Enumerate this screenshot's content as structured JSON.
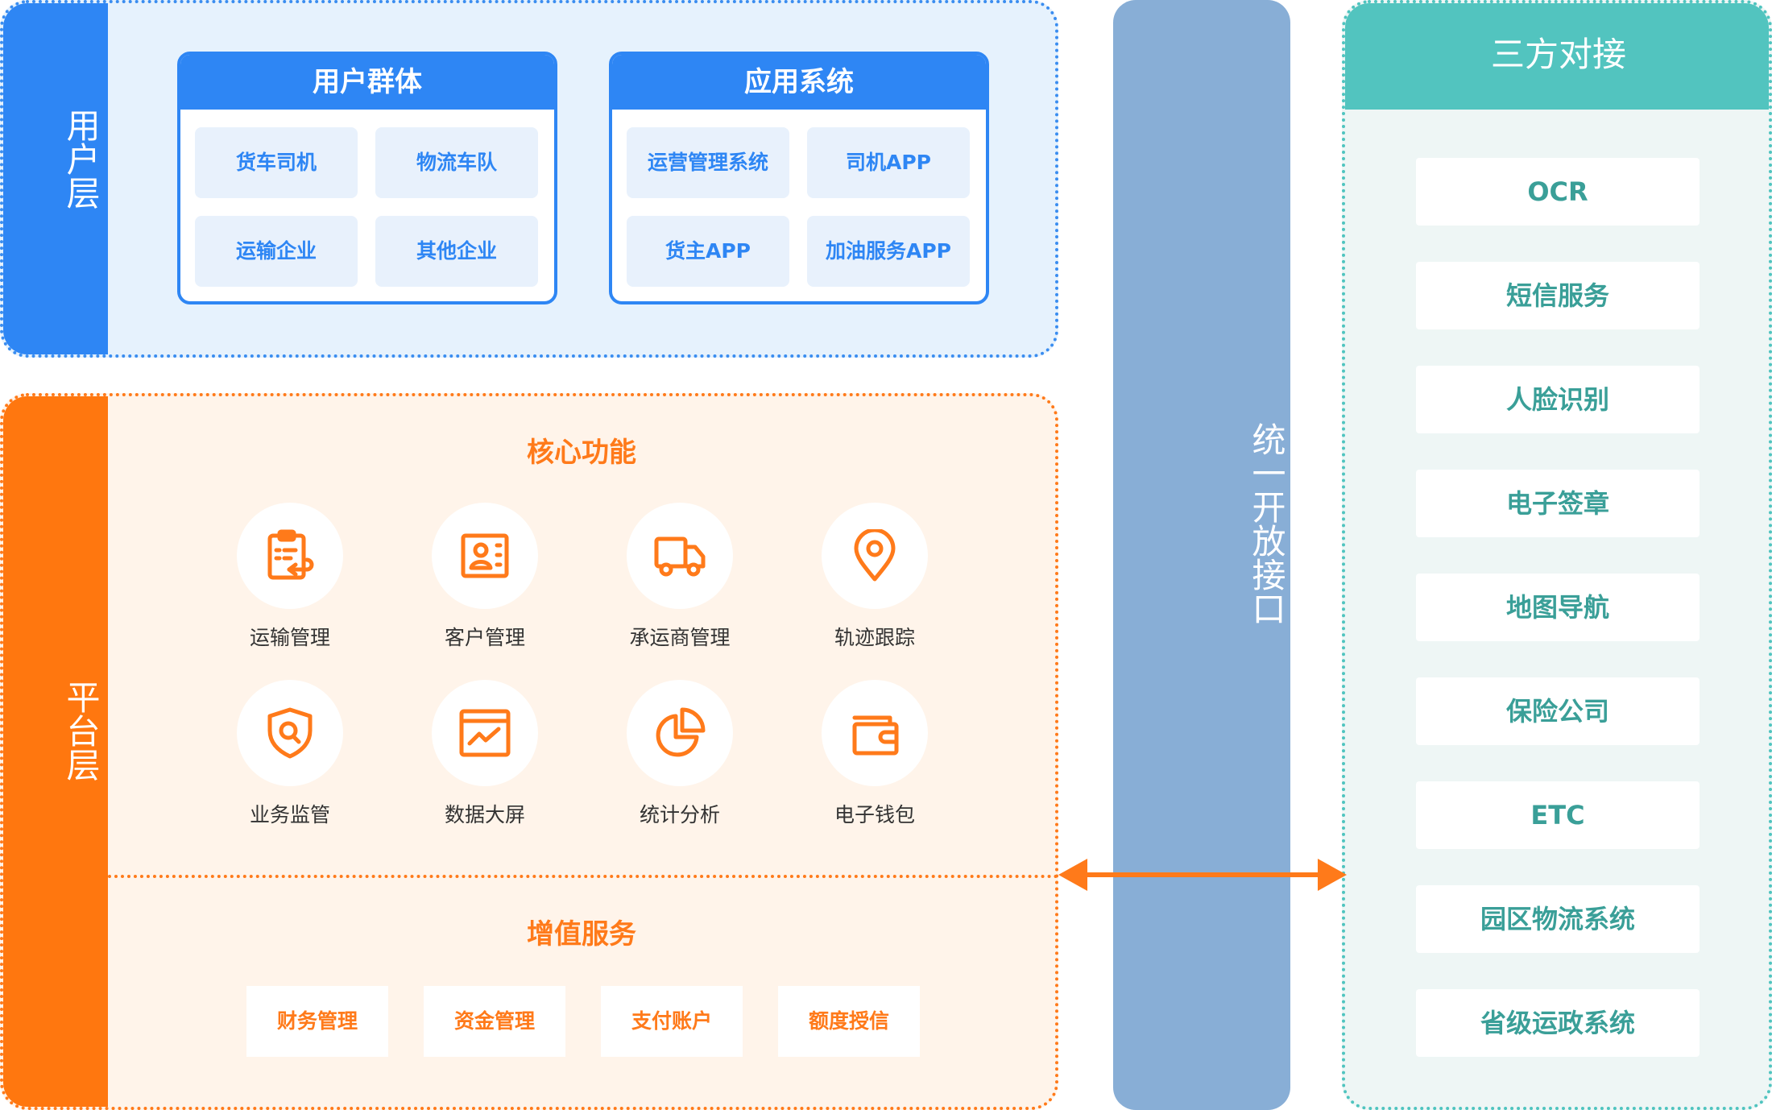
{
  "user_layer": {
    "label": "用户层",
    "groups": [
      {
        "title": "用户群体",
        "items": [
          "货车司机",
          "物流车队",
          "运输企业",
          "其他企业"
        ]
      },
      {
        "title": "应用系统",
        "items": [
          "运营管理系统",
          "司机APP",
          "货主APP",
          "加油服务APP"
        ]
      }
    ]
  },
  "platform_layer": {
    "label": "平台层",
    "core_title": "核心功能",
    "core_functions": [
      {
        "label": "运输管理",
        "icon": "clipboard-icon"
      },
      {
        "label": "客户管理",
        "icon": "contact-card-icon"
      },
      {
        "label": "承运商管理",
        "icon": "truck-icon"
      },
      {
        "label": "轨迹跟踪",
        "icon": "location-pin-icon"
      },
      {
        "label": "业务监管",
        "icon": "shield-search-icon"
      },
      {
        "label": "数据大屏",
        "icon": "screen-chart-icon"
      },
      {
        "label": "统计分析",
        "icon": "pie-chart-icon"
      },
      {
        "label": "电子钱包",
        "icon": "wallet-icon"
      }
    ],
    "value_added_title": "增值服务",
    "value_added_services": [
      "财务管理",
      "资金管理",
      "支付账户",
      "额度授信"
    ]
  },
  "interface": {
    "label": "统一开放接口"
  },
  "third_party": {
    "title": "三方对接",
    "items": [
      "OCR",
      "短信服务",
      "人脸识别",
      "电子签章",
      "地图导航",
      "保险公司",
      "ETC",
      "园区物流系统",
      "省级运政系统"
    ]
  },
  "colors": {
    "user_blue": "#2e86f4",
    "platform_orange": "#ff770f",
    "interface_blue": "#88aed6",
    "third_party_teal": "#52c4bf"
  }
}
